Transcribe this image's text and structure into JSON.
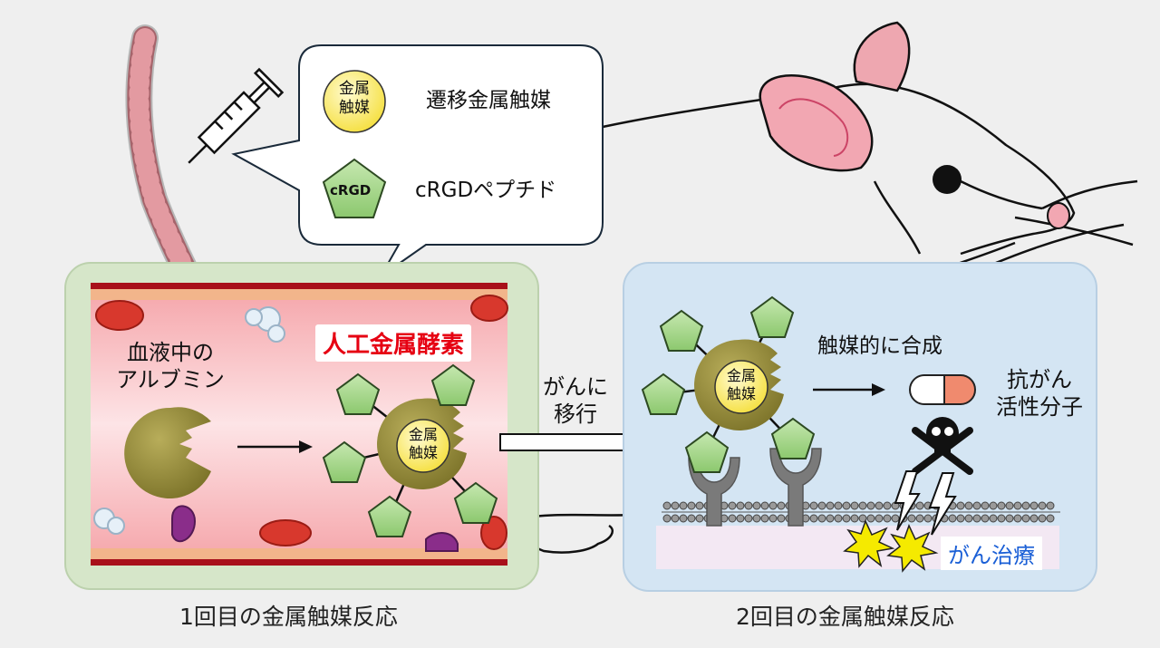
{
  "legend": {
    "catalyst_badge_line1": "金属",
    "catalyst_badge_line2": "触媒",
    "catalyst_label": "遷移金属触媒",
    "peptide_badge": "cRGD",
    "peptide_label": "cRGDペプチド"
  },
  "panel1": {
    "title": "人工金属酵素",
    "albumin_label_line1": "血液中の",
    "albumin_label_line2": "アルブミン",
    "catalyst_line1": "金属",
    "catalyst_line2": "触媒",
    "caption": "1回目の金属触媒反応"
  },
  "transfer": {
    "line1": "がんに",
    "line2": "移行"
  },
  "panel2": {
    "catalyst_line1": "金属",
    "catalyst_line2": "触媒",
    "synthesis_label": "触媒的に合成",
    "drug_line1": "抗がん",
    "drug_line2": "活性分子",
    "cancer_label": "がん治療",
    "caption": "2回目の金属触媒反応"
  },
  "colors": {
    "background": "#efefef",
    "panel1_bg": "#d6e6c9",
    "panel2_bg": "#d4e5f3",
    "title_red": "#e60012",
    "cancer_blue": "#1a5fd6",
    "peptide_green": "#a3d38a",
    "catalyst_yellow": "#fff27a",
    "albumin_olive": "#8d8433"
  },
  "icons": [
    "syringe-icon",
    "mouse-icon",
    "skull-icon",
    "capsule-icon",
    "lightning-icon",
    "explosion-icon"
  ]
}
